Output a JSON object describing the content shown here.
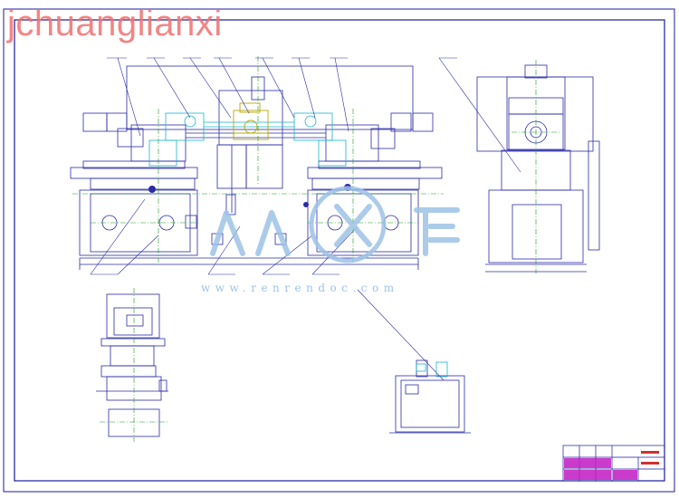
{
  "watermark": {
    "brand_text": "jchuanglianxi",
    "site_text": "www.renrendoc.com",
    "logo_chars": "人人文库"
  },
  "colors": {
    "frame": "#1a1aa0",
    "geometry": "#2b2ba8",
    "centerline": "#1a9a1a",
    "accent_cyan": "#19b5c9",
    "accent_yellow": "#b5a800",
    "accent_magenta": "#c21ac2",
    "watermark_red": "#f07070",
    "watermark_blue": "#9dc3e6"
  },
  "title_block": {
    "cells": [
      "",
      "",
      "",
      "",
      "",
      ""
    ]
  }
}
